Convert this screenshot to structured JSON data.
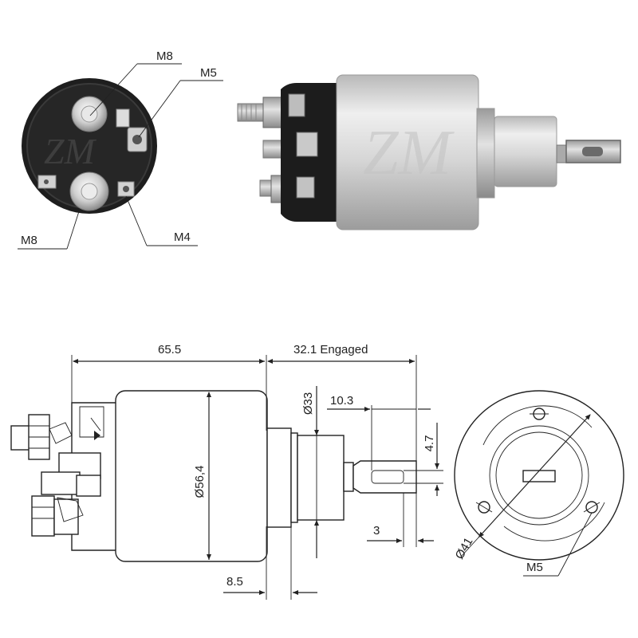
{
  "callouts": {
    "top_m8": "M8",
    "top_m5": "M5",
    "bottom_m8": "M8",
    "bottom_m4": "M4"
  },
  "dimensions": {
    "length": "65.5",
    "stroke": "32.1 Engaged",
    "diameter_body": "Ø56,4",
    "diameter_plunger": "Ø33",
    "offset_10_3": "10.3",
    "offset_4_7": "4.7",
    "offset_3": "3",
    "offset_8_5": "8.5",
    "bolt_circle": "Ø41",
    "thread": "M5"
  },
  "colors": {
    "cap": "#1e1e1e",
    "metal": "#c8c8c8",
    "ink": "#222222"
  }
}
